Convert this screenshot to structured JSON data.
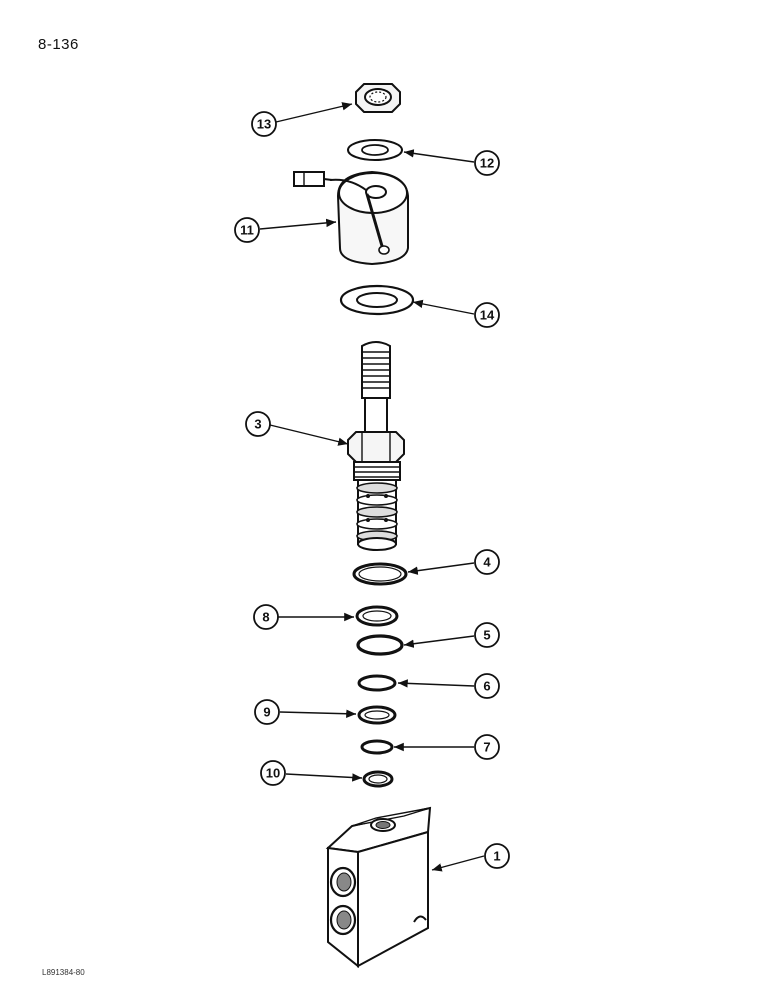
{
  "page": {
    "page_number": "8-136",
    "figure_code": "L891384-80"
  },
  "callouts": {
    "c13": "13",
    "c12": "12",
    "c11": "11",
    "c14": "14",
    "c3": "3",
    "c4": "4",
    "c8": "8",
    "c5": "5",
    "c6": "6",
    "c9": "9",
    "c7": "7",
    "c10": "10",
    "c1": "1"
  },
  "colors": {
    "ink": "#111111",
    "paper": "#ffffff"
  }
}
